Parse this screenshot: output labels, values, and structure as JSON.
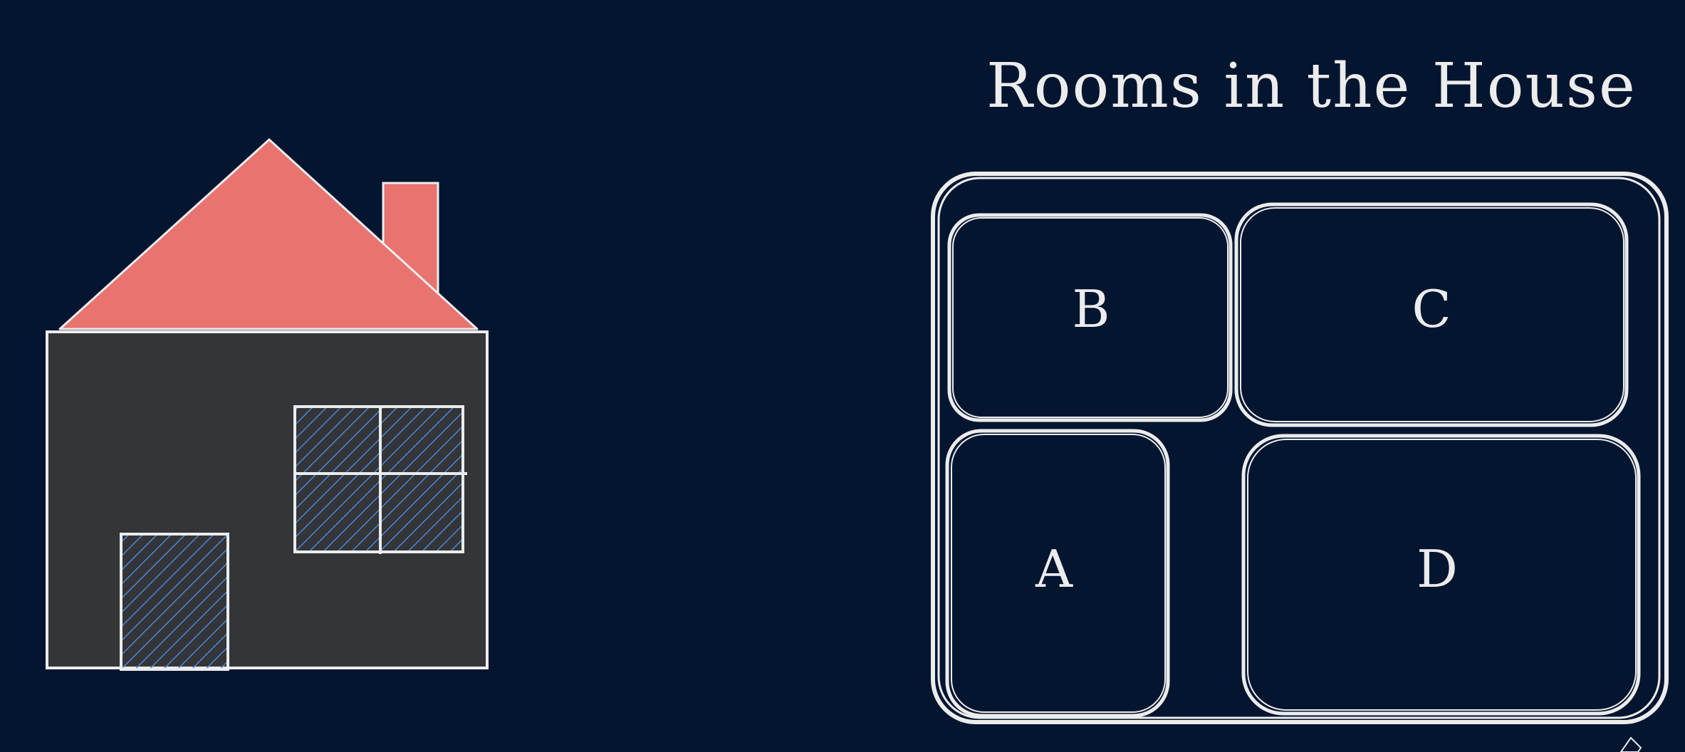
{
  "title": "Rooms in the House",
  "rooms": [
    {
      "id": "b",
      "label": "B"
    },
    {
      "id": "c",
      "label": "C"
    },
    {
      "id": "a",
      "label": "A"
    },
    {
      "id": "d",
      "label": "D"
    }
  ],
  "colors": {
    "background": "#041530",
    "stroke": "#ececec",
    "roof": "#e8736f",
    "house_body": "#333539",
    "glass_hatch": "#4d86d6"
  },
  "icons": {
    "house": "house-illustration",
    "pen": "pen-icon"
  }
}
